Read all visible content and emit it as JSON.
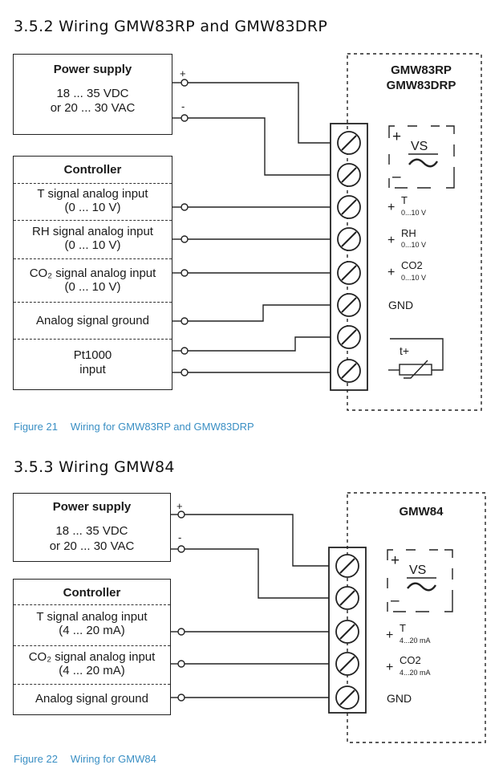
{
  "section1": {
    "heading": "3.5.2  Wiring GMW83RP and GMW83DRP",
    "power_title": "Power supply",
    "power_line1": "18 ... 35 VDC",
    "power_line2": "or 20 ... 30 VAC",
    "plus": "+",
    "minus": "-",
    "controller_title": "Controller",
    "rows": [
      {
        "line1": "T signal analog input",
        "line2": "(0 ... 10 V)"
      },
      {
        "line1": "RH signal analog input",
        "line2": "(0 ... 10 V)"
      },
      {
        "line1": "CO₂ signal analog input",
        "line2": "(0 ... 10 V)"
      },
      {
        "line1": "Analog signal ground",
        "line2": ""
      },
      {
        "line1": "Pt1000",
        "line2": "input"
      }
    ],
    "device_line1": "GMW83RP",
    "device_line2": "GMW83DRP",
    "vs": "VS",
    "term_labels": [
      {
        "sign": "+",
        "name": "T",
        "range": "0...10 V"
      },
      {
        "sign": "+",
        "name": "RH",
        "range": "0...10 V"
      },
      {
        "sign": "+",
        "name": "CO2",
        "range": "0...10 V"
      }
    ],
    "gnd": "GND",
    "tplus": "t+",
    "caption_num": "Figure 21",
    "caption_text": "Wiring for GMW83RP and GMW83DRP"
  },
  "section2": {
    "heading": "3.5.3  Wiring GMW84",
    "power_title": "Power supply",
    "power_line1": "18 ... 35 VDC",
    "power_line2": "or 20 ... 30 VAC",
    "plus": "+",
    "minus": "-",
    "controller_title": "Controller",
    "rows": [
      {
        "line1": "T signal analog input",
        "line2": "(4 ... 20 mA)"
      },
      {
        "line1": "CO₂ signal analog input",
        "line2": "(4 ... 20 mA)"
      },
      {
        "line1": "Analog signal ground",
        "line2": ""
      }
    ],
    "device_line1": "GMW84",
    "vs": "VS",
    "term_labels": [
      {
        "sign": "+",
        "name": "T",
        "range": "4...20 mA"
      },
      {
        "sign": "+",
        "name": "CO2",
        "range": "4...20 mA"
      }
    ],
    "gnd": "GND",
    "caption_num": "Figure 22",
    "caption_text": "Wiring for GMW84"
  }
}
